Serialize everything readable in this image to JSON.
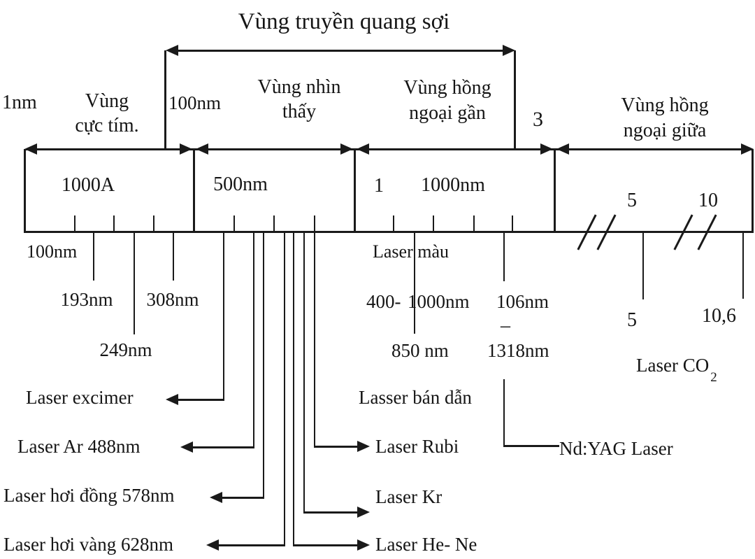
{
  "diagram": {
    "title": "Vùng truyền quang sợi",
    "regions": {
      "uv1": "Vùng",
      "uv2": "cực tím.",
      "vis1": "Vùng nhìn",
      "vis2": "thấy",
      "nir1": "Vùng hồng",
      "nir2": "ngoại gần",
      "mir1": "Vùng hồng",
      "mir2": "ngoại giữa"
    },
    "axis": {
      "nm1": "1nm",
      "nm100_top": "100nm",
      "three": "3",
      "uv_band": "1000A",
      "vis_band": "500nm",
      "one": "1",
      "nir_band": "1000nm",
      "five_band": "5",
      "ten_band": "10",
      "nm100_below": "100nm",
      "nm193": "193nm",
      "nm249": "249nm",
      "nm308": "308nm",
      "range400": "400-",
      "range1000": "1000nm",
      "range850": "850 nm",
      "nm106": "106nm",
      "dash": "–",
      "nm1318": "1318nm",
      "five_below": "5",
      "ten6": "10,6"
    },
    "lasers": {
      "excimer": "Laser excimer",
      "argon": "Laser Ar 488nm",
      "copper": "Laser hơi đồng 578nm",
      "gold": "Laser hơi vàng 628nm",
      "dye": "Laser màu",
      "semiconductor": "Lasser bán dẫn",
      "ruby": "Laser Rubi",
      "krypton": "Laser Kr",
      "helium_neon": "Laser He- Ne",
      "nd_yag": "Nd:YAG Laser",
      "co2_main": "Laser CO",
      "co2_sub": "2"
    }
  }
}
